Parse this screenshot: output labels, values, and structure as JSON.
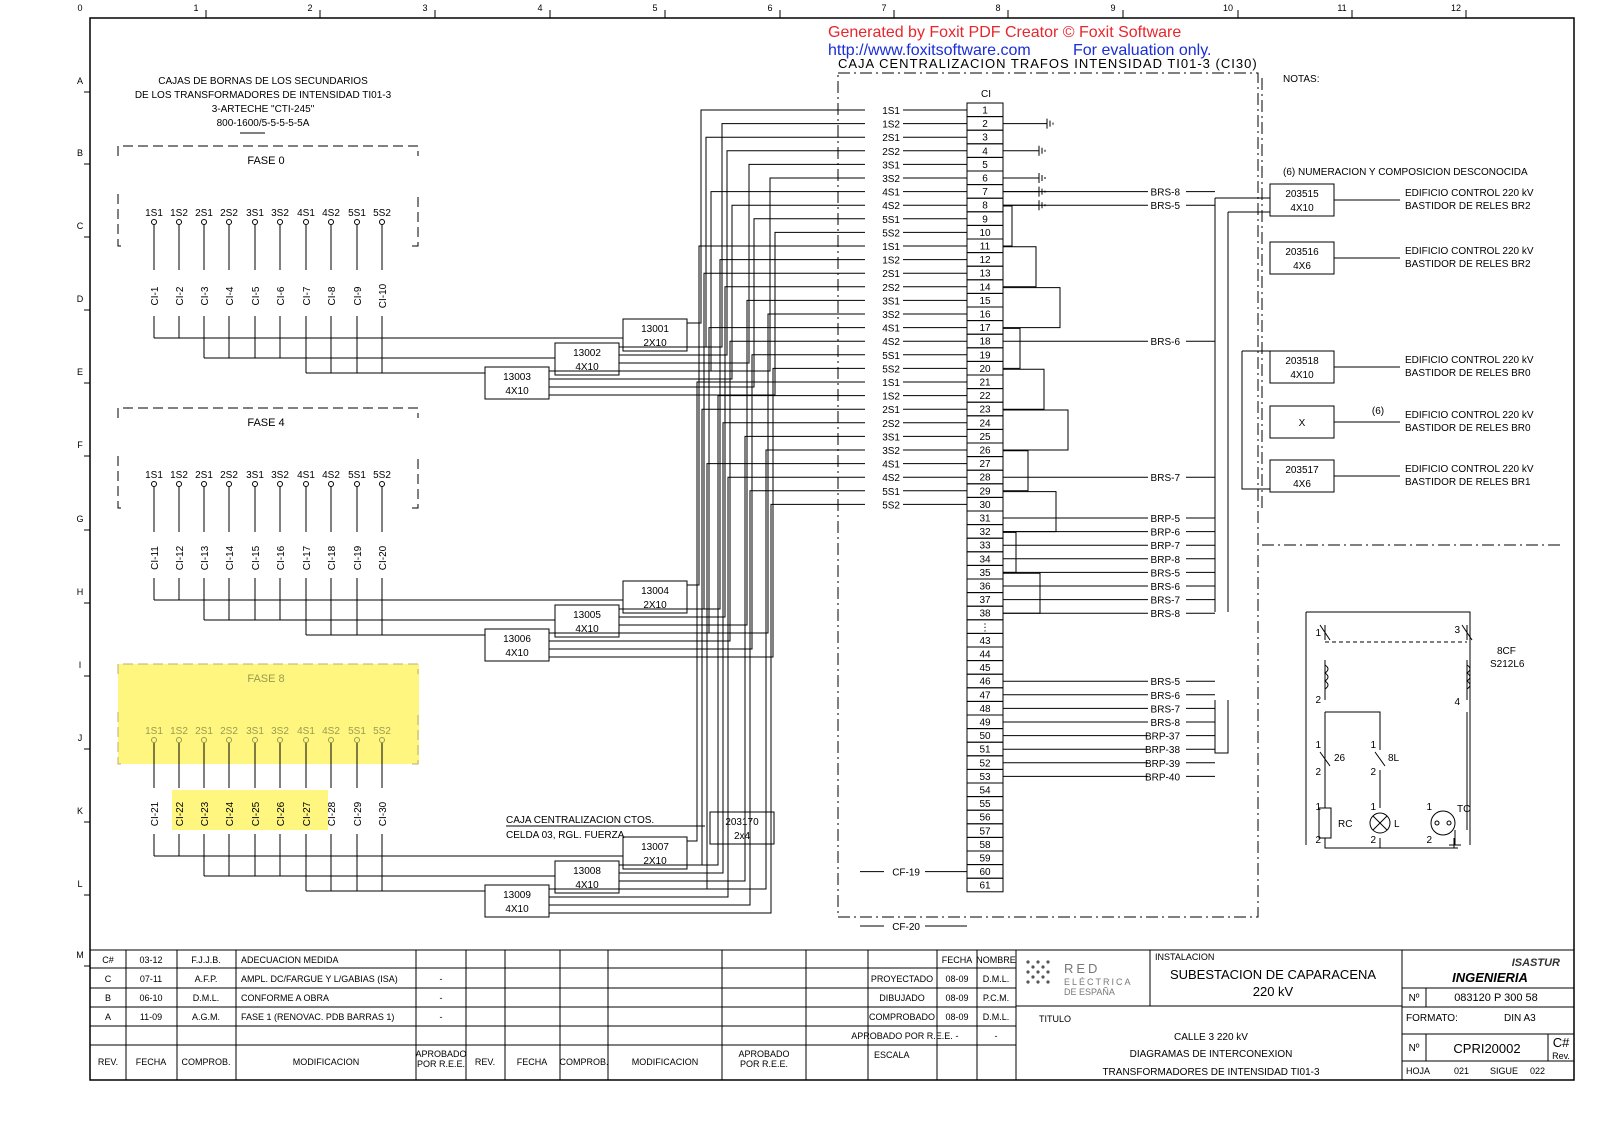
{
  "watermark": {
    "line1": "Generated by Foxit PDF Creator © Foxit Software",
    "line2_url": "http://www.foxitsoftware.com",
    "line2_note": "For evaluation only."
  },
  "grid": {
    "columns": [
      "0",
      "1",
      "2",
      "3",
      "4",
      "5",
      "6",
      "7",
      "8",
      "9",
      "10",
      "11",
      "12"
    ],
    "rows": [
      "A",
      "B",
      "C",
      "D",
      "E",
      "F",
      "G",
      "H",
      "I",
      "J",
      "K",
      "L",
      "M"
    ]
  },
  "ct_header": {
    "lines": [
      "CAJAS DE BORNAS DE LOS SECUNDARIOS",
      "DE LOS TRANSFORMADORES DE INTENSIDAD TI01-3",
      "3-ARTECHE \"CTI-245\"",
      "800-1600/5-5-5-5-5A"
    ]
  },
  "phases": [
    {
      "name": "FASE 0",
      "terminals": [
        "1S1",
        "1S2",
        "2S1",
        "2S2",
        "3S1",
        "3S2",
        "4S1",
        "4S2",
        "5S1",
        "5S2"
      ],
      "cables": [
        "CI-1",
        "CI-2",
        "CI-3",
        "CI-4",
        "CI-5",
        "CI-6",
        "CI-7",
        "CI-8",
        "CI-9",
        "CI-10"
      ],
      "mangueras": [
        {
          "id": "13001",
          "spec": "2X10"
        },
        {
          "id": "13002",
          "spec": "4X10"
        },
        {
          "id": "13003",
          "spec": "4X10"
        }
      ]
    },
    {
      "name": "FASE 4",
      "terminals": [
        "1S1",
        "1S2",
        "2S1",
        "2S2",
        "3S1",
        "3S2",
        "4S1",
        "4S2",
        "5S1",
        "5S2"
      ],
      "cables": [
        "CI-11",
        "CI-12",
        "CI-13",
        "CI-14",
        "CI-15",
        "CI-16",
        "CI-17",
        "CI-18",
        "CI-19",
        "CI-20"
      ],
      "mangueras": [
        {
          "id": "13004",
          "spec": "2X10"
        },
        {
          "id": "13005",
          "spec": "4X10"
        },
        {
          "id": "13006",
          "spec": "4X10"
        }
      ]
    },
    {
      "name": "FASE 8",
      "terminals": [
        "1S1",
        "1S2",
        "2S1",
        "2S2",
        "3S1",
        "3S2",
        "4S1",
        "4S2",
        "5S1",
        "5S2"
      ],
      "cables": [
        "CI-21",
        "CI-22",
        "CI-23",
        "CI-24",
        "CI-25",
        "CI-26",
        "CI-27",
        "CI-28",
        "CI-29",
        "CI-30"
      ],
      "mangueras": [
        {
          "id": "13007",
          "spec": "2X10"
        },
        {
          "id": "13008",
          "spec": "4X10"
        },
        {
          "id": "13009",
          "spec": "4X10"
        }
      ]
    }
  ],
  "fuerza": {
    "line1": "CAJA CENTRALIZACION CTOS.",
    "line2": "CELDA 03, RGL. FUERZA",
    "id": "203170",
    "spec": "2x4"
  },
  "box_title": "CAJA CENTRALIZACION TRAFOS INTENSIDAD TI01-3 (CI30)",
  "strip_label": "CI",
  "strip_terminals": [
    "1",
    "2",
    "3",
    "4",
    "5",
    "6",
    "7",
    "8",
    "9",
    "10",
    "11",
    "12",
    "13",
    "14",
    "15",
    "16",
    "17",
    "18",
    "19",
    "20",
    "21",
    "22",
    "23",
    "24",
    "25",
    "26",
    "27",
    "28",
    "29",
    "30",
    "31",
    "32",
    "33",
    "34",
    "35",
    "36",
    "37",
    "38",
    "⋮",
    "43",
    "44",
    "45",
    "46",
    "47",
    "48",
    "49",
    "50",
    "51",
    "52",
    "53",
    "54",
    "55",
    "56",
    "57",
    "58",
    "59",
    "60",
    "61"
  ],
  "strip_inputs": [
    "1S1",
    "1S2",
    "2S1",
    "2S2",
    "3S1",
    "3S2",
    "4S1",
    "4S2",
    "5S1",
    "5S2",
    "1S1",
    "1S2",
    "2S1",
    "2S2",
    "3S1",
    "3S2",
    "4S1",
    "4S2",
    "5S1",
    "5S2",
    "1S1",
    "1S2",
    "2S1",
    "2S2",
    "3S1",
    "3S2",
    "4S1",
    "4S2",
    "5S1",
    "5S2"
  ],
  "cf_labels": [
    "CF-19",
    "CF-20"
  ],
  "outputs": [
    {
      "row": 7,
      "text": "BRS-8"
    },
    {
      "row": 8,
      "text": "BRS-5"
    },
    {
      "row": 18,
      "text": "BRS-6"
    },
    {
      "row": 28,
      "text": "BRS-7"
    },
    {
      "row": 31,
      "text": "BRP-5"
    },
    {
      "row": 32,
      "text": "BRP-6"
    },
    {
      "row": 33,
      "text": "BRP-7"
    },
    {
      "row": 34,
      "text": "BRP-8"
    },
    {
      "row": 35,
      "text": "BRS-5"
    },
    {
      "row": 36,
      "text": "BRS-6"
    },
    {
      "row": 37,
      "text": "BRS-7"
    },
    {
      "row": 38,
      "text": "BRS-8"
    },
    {
      "row": 47,
      "text": "BRS-5"
    },
    {
      "row": 48,
      "text": "BRS-6"
    },
    {
      "row": 49,
      "text": "BRS-7"
    },
    {
      "row": 50,
      "text": "BRS-8"
    },
    {
      "row": 51,
      "text": "BRP-37"
    },
    {
      "row": 52,
      "text": "BRP-38"
    },
    {
      "row": 53,
      "text": "BRP-39"
    },
    {
      "row": 54,
      "text": "BRP-40"
    }
  ],
  "notes_label": "NOTAS:",
  "note6": "(6) NUMERACION Y COMPOSICION DESCONOCIDA",
  "destinations": [
    {
      "id": "203515",
      "spec": "4X10",
      "line1": "EDIFICIO CONTROL 220 kV",
      "line2": "BASTIDOR DE RELES BR2"
    },
    {
      "id": "203516",
      "spec": "4X6",
      "line1": "EDIFICIO CONTROL 220 kV",
      "line2": "BASTIDOR DE RELES BR2"
    },
    {
      "id": "203518",
      "spec": "4X10",
      "line1": "EDIFICIO CONTROL 220 kV",
      "line2": "BASTIDOR DE RELES BR0"
    },
    {
      "id": "X",
      "spec": "",
      "mark": "(6)",
      "line1": "EDIFICIO CONTROL 220 kV",
      "line2": "BASTIDOR DE RELES BR0"
    },
    {
      "id": "203517",
      "spec": "4X6",
      "line1": "EDIFICIO CONTROL 220 kV",
      "line2": "BASTIDOR DE RELES BR1"
    }
  ],
  "circuit": {
    "breaker_labels": [
      "8CF",
      "S212L6"
    ],
    "pins": [
      "1",
      "2",
      "3",
      "4",
      "1",
      "2",
      "1",
      "2",
      "1",
      "2",
      "1",
      "2",
      "1",
      "2"
    ],
    "elements": [
      "26",
      "8L",
      "RC",
      "L",
      "TC"
    ]
  },
  "revisions_header": [
    "REV.",
    "FECHA",
    "COMPROB.",
    "MODIFICACION",
    "APROBADO",
    "POR R.E.E.",
    "REV.",
    "FECHA",
    "COMPROB.",
    "MODIFICACION",
    "APROBADO",
    "POR R.E.E."
  ],
  "revisions": [
    {
      "rev": "C#",
      "fecha": "03-12",
      "comprob": "F.J.J.B.",
      "mod": "ADECUACION MEDIDA",
      "aprob": ""
    },
    {
      "rev": "C",
      "fecha": "07-11",
      "comprob": "A.F.P.",
      "mod": "AMPL. DC/FARGUE Y L/GABIAS (ISA)",
      "aprob": "-"
    },
    {
      "rev": "B",
      "fecha": "06-10",
      "comprob": "D.M.L.",
      "mod": "CONFORME A OBRA",
      "aprob": "-"
    },
    {
      "rev": "A",
      "fecha": "11-09",
      "comprob": "A.G.M.",
      "mod": "FASE 1 (RENOVAC. PDB BARRAS 1)",
      "aprob": "-"
    }
  ],
  "signoff": {
    "cols": [
      "FECHA",
      "NOMBRE"
    ],
    "rows": [
      {
        "role": "PROYECTADO",
        "fecha": "08-09",
        "nombre": "D.M.L."
      },
      {
        "role": "DIBUJADO",
        "fecha": "08-09",
        "nombre": "P.C.M."
      },
      {
        "role": "COMPROBADO",
        "fecha": "08-09",
        "nombre": "D.M.L."
      },
      {
        "role": "APROBADO POR R.E.E.",
        "fecha": "-",
        "nombre": "-"
      }
    ],
    "escala": "ESCALA"
  },
  "logo": {
    "line1": "RED",
    "line2": "ELÉCTRICA",
    "line3": "DE ESPAÑA"
  },
  "instalacion": {
    "label": "INSTALACION",
    "line1": "SUBESTACION DE CAPARACENA",
    "line2": "220 kV"
  },
  "titulo": {
    "label": "TITULO",
    "line1": "CALLE 3 220 kV",
    "line2": "DIAGRAMAS DE INTERCONEXION",
    "line3": "TRANSFORMADORES DE INTENSIDAD TI01-3"
  },
  "company": {
    "small": "ISASTUR",
    "big": "INGENIERIA"
  },
  "doc": {
    "n_label": "Nº",
    "n_value": "083120 P 300 58",
    "formato_label": "FORMATO:",
    "formato_value": "DIN A3",
    "n2_label": "Nº",
    "n2_value": "CPRI20002",
    "rev_value": "C#",
    "rev_label": "Rev.",
    "hoja_label": "HOJA",
    "hoja_value": "021",
    "sigue_label": "SIGUE",
    "sigue_value": "022"
  }
}
